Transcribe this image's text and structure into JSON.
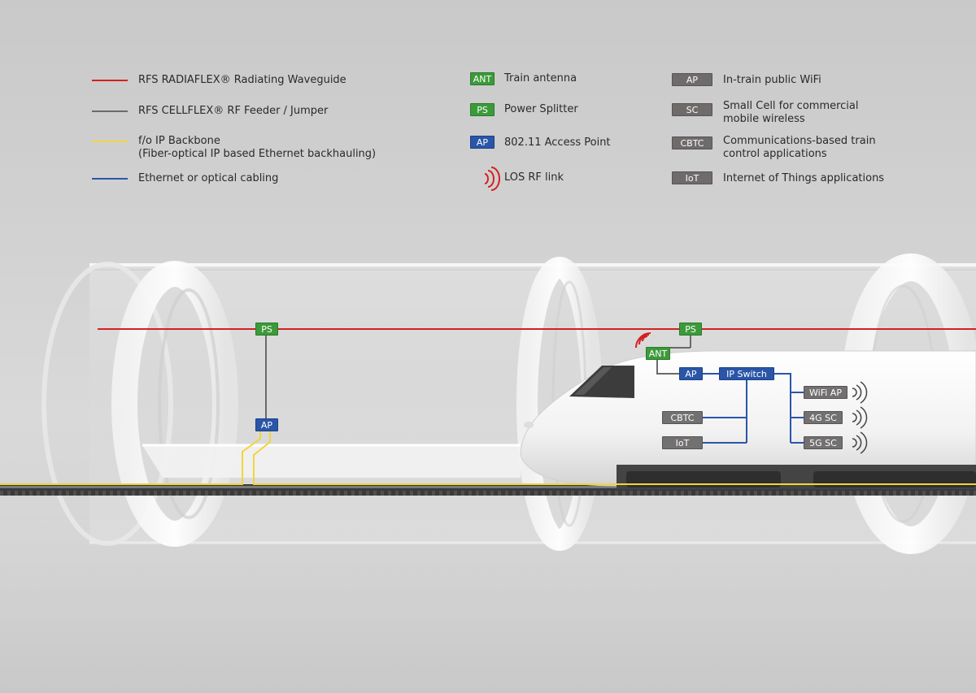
{
  "colors": {
    "radiaflex": "#d42020",
    "cellflex": "#6a6a6a",
    "fiber": "#f2d43c",
    "ethernet": "#2a56a8",
    "antenna_green": "#3c9a3a",
    "device_grey": "#6e6b6a"
  },
  "legend": {
    "lines": [
      {
        "id": "radiaflex",
        "text": "RFS RADIAFLEX® Radiating Waveguide"
      },
      {
        "id": "cellflex",
        "text": "RFS CELLFLEX® RF Feeder / Jumper"
      },
      {
        "id": "fiber",
        "text": "f/o IP Backbone",
        "text2": "(Fiber-optical IP based Ethernet backhauling)"
      },
      {
        "id": "ethernet",
        "text": "Ethernet or optical cabling"
      }
    ],
    "components": [
      {
        "chip": "ANT",
        "text": "Train antenna"
      },
      {
        "chip": "PS",
        "text": "Power Splitter"
      },
      {
        "chip": "AP",
        "text": "802.11 Access Point"
      },
      {
        "chip": "",
        "text": "LOS RF link"
      }
    ],
    "applications": [
      {
        "chip": "AP",
        "text": "In-train public WiFi",
        "text2": ""
      },
      {
        "chip": "SC",
        "text": "Small Cell for commercial",
        "text2": "mobile wireless"
      },
      {
        "chip": "CBTC",
        "text": "Communications-based train",
        "text2": "control applications"
      },
      {
        "chip": "IoT",
        "text": "Internet of Things applications",
        "text2": ""
      }
    ]
  },
  "diagram": {
    "ps_left": "PS",
    "ap_left": "AP",
    "ps_train": "PS",
    "ant": "ANT",
    "ap_train": "AP",
    "ip_switch": "IP Switch",
    "cbtc": "CBTC",
    "iot": "IoT",
    "wifi_ap": "WiFi AP",
    "sc_4g": "4G SC",
    "sc_5g": "5G SC"
  }
}
